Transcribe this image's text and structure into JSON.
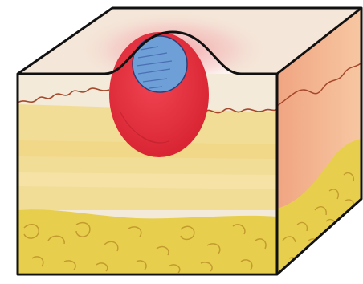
{
  "diagram": {
    "subject": "skin-cross-section-block",
    "layers": [
      "epidermis-top-surface",
      "dermis",
      "subcutaneous-fat"
    ],
    "lesion": {
      "outer": "red-nodule",
      "inner": "blue-core"
    },
    "colors": {
      "outline": "#111111",
      "skin_top": "#f4e6d8",
      "blush": "#f1b3b1",
      "dermis": "#f3ead9",
      "yellow_layer": "#f2dc8f",
      "fat": "#e7cf4d",
      "fat_outline": "#c39b2e",
      "side_face": "#f2b28c",
      "nodule": "#e2343e",
      "core": "#6e9fd6",
      "core_lines": "#4b6fb3",
      "wavy_line": "#a6492b"
    }
  }
}
